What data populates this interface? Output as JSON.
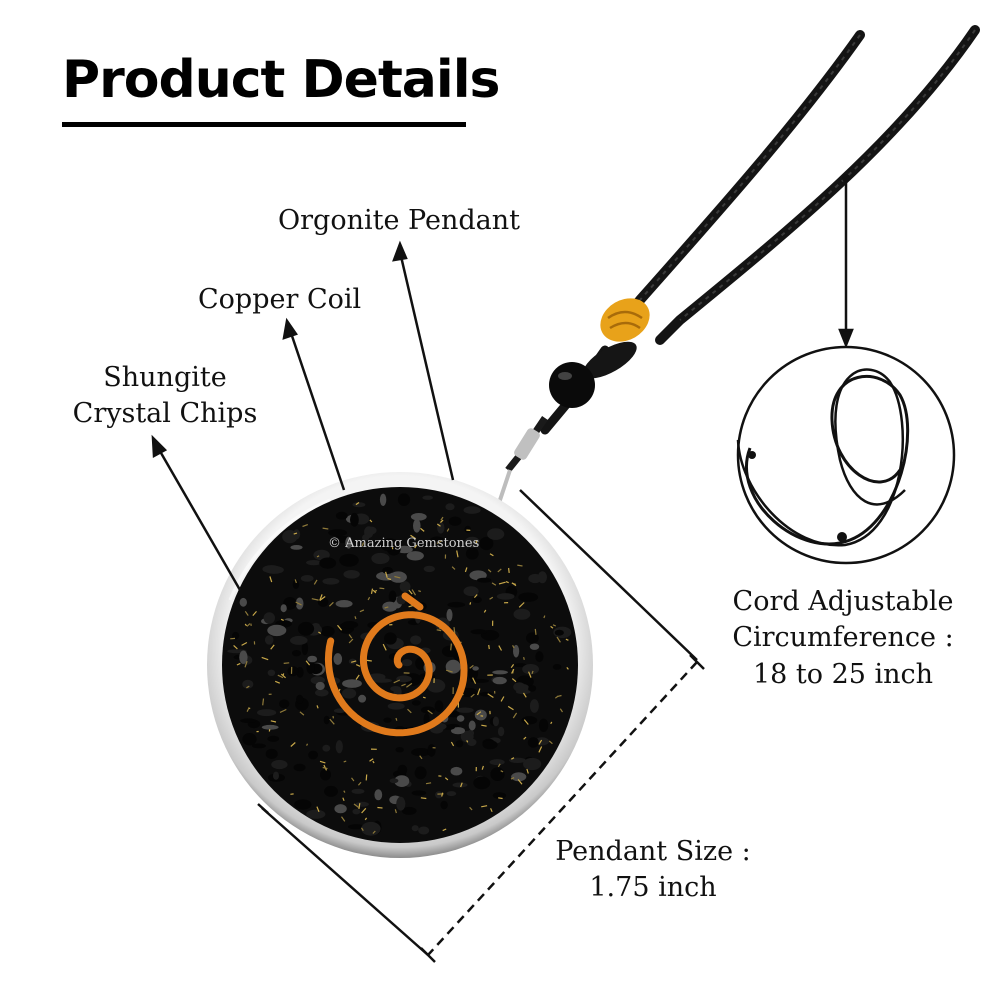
{
  "title": "Product Details",
  "labels": {
    "orgonite": "Orgonite Pendant",
    "copper": "Copper Coil",
    "shungite_line1": "Shungite",
    "shungite_line2": "Crystal Chips",
    "cord_line1": "Cord Adjustable",
    "cord_line2": "Circumference :",
    "cord_line3": "18 to 25 inch",
    "size_line1": "Pendant Size :",
    "size_line2": "1.75 inch"
  },
  "watermark": "© Amazing Gemstones",
  "colors": {
    "text": "#111111",
    "pendant_fill": "#0c0c0c",
    "pendant_rim": "#d8d8d8",
    "copper": "#e07a1c",
    "knot": "#e8a21a",
    "cord": "#141414"
  },
  "icons": [
    "copper-spiral-icon",
    "cord-knot-icon",
    "onyx-bead-icon"
  ]
}
